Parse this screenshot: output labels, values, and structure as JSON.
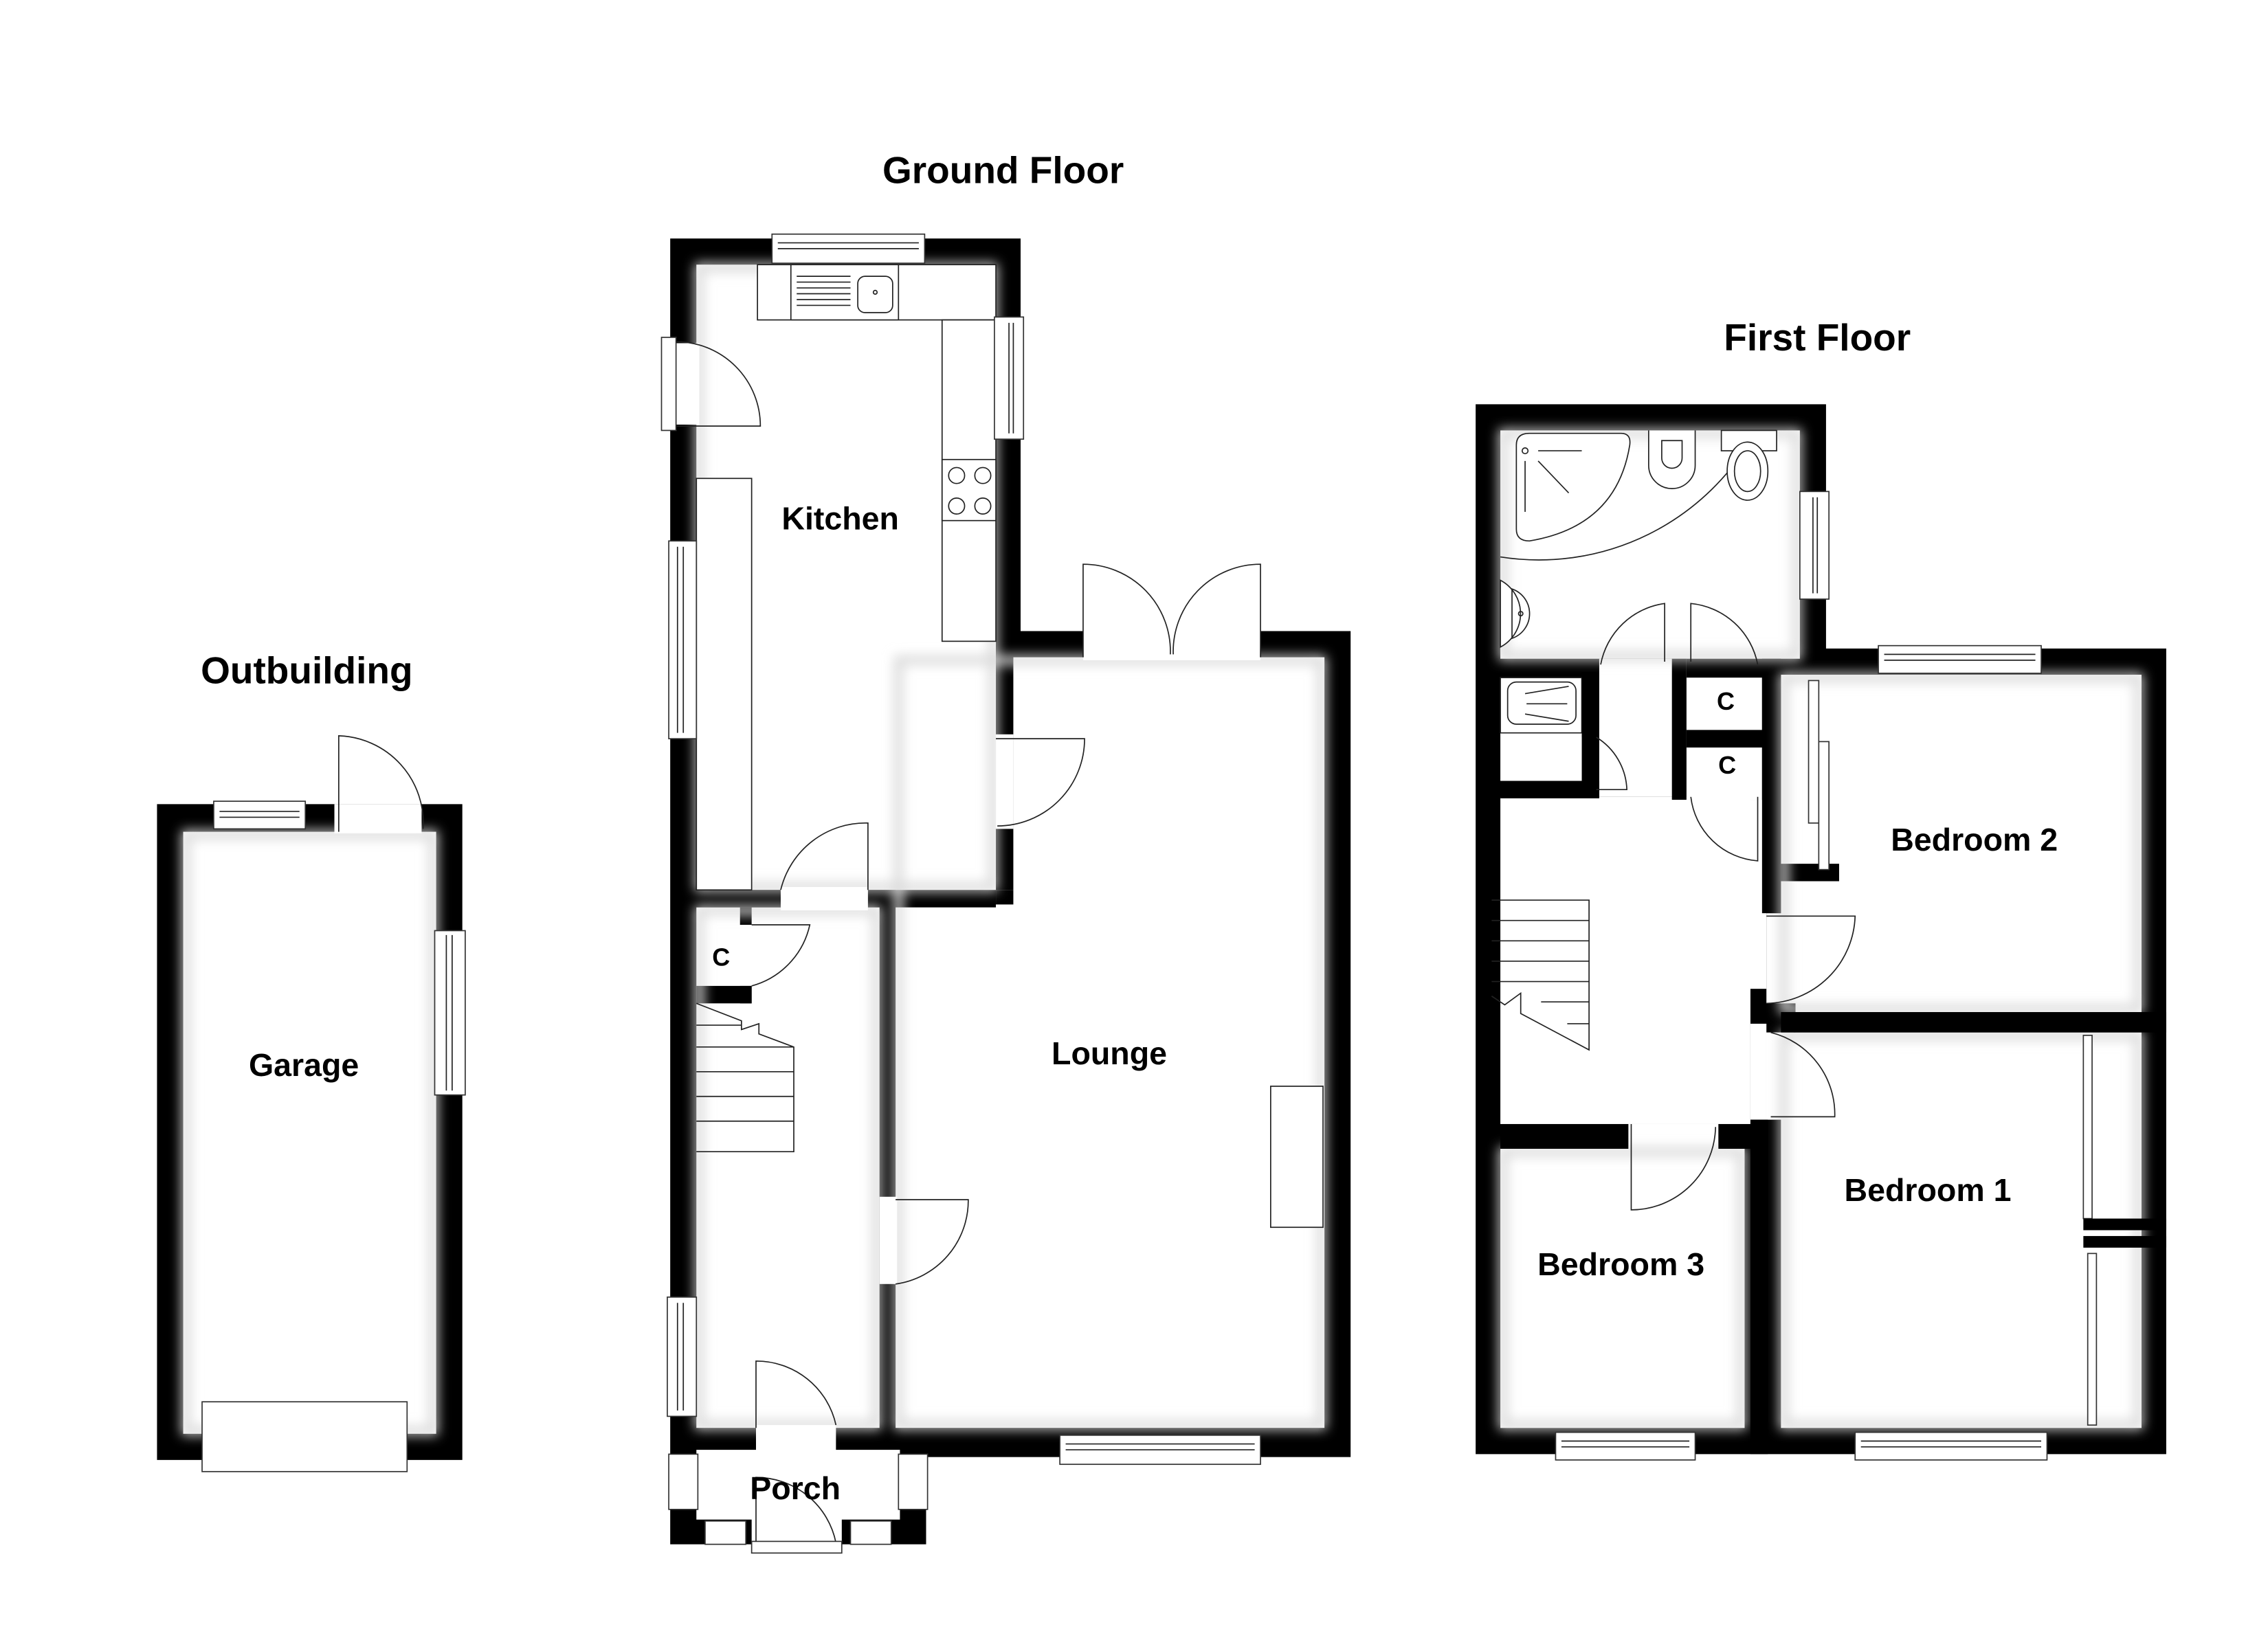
{
  "floorplan": {
    "colors": {
      "wall": "#000000",
      "floor": "#ffffff",
      "line": "#222222"
    },
    "sections": {
      "outbuilding": {
        "title": "Outbuilding",
        "rooms": {
          "garage": "Garage"
        }
      },
      "ground_floor": {
        "title": "Ground Floor",
        "rooms": {
          "kitchen": "Kitchen",
          "lounge": "Lounge",
          "porch": "Porch",
          "cupboard": "C"
        }
      },
      "first_floor": {
        "title": "First Floor",
        "rooms": {
          "bedroom_1": "Bedroom 1",
          "bedroom_2": "Bedroom 2",
          "bedroom_3": "Bedroom 3",
          "cupboard_1": "C",
          "cupboard_2": "C"
        }
      }
    }
  }
}
